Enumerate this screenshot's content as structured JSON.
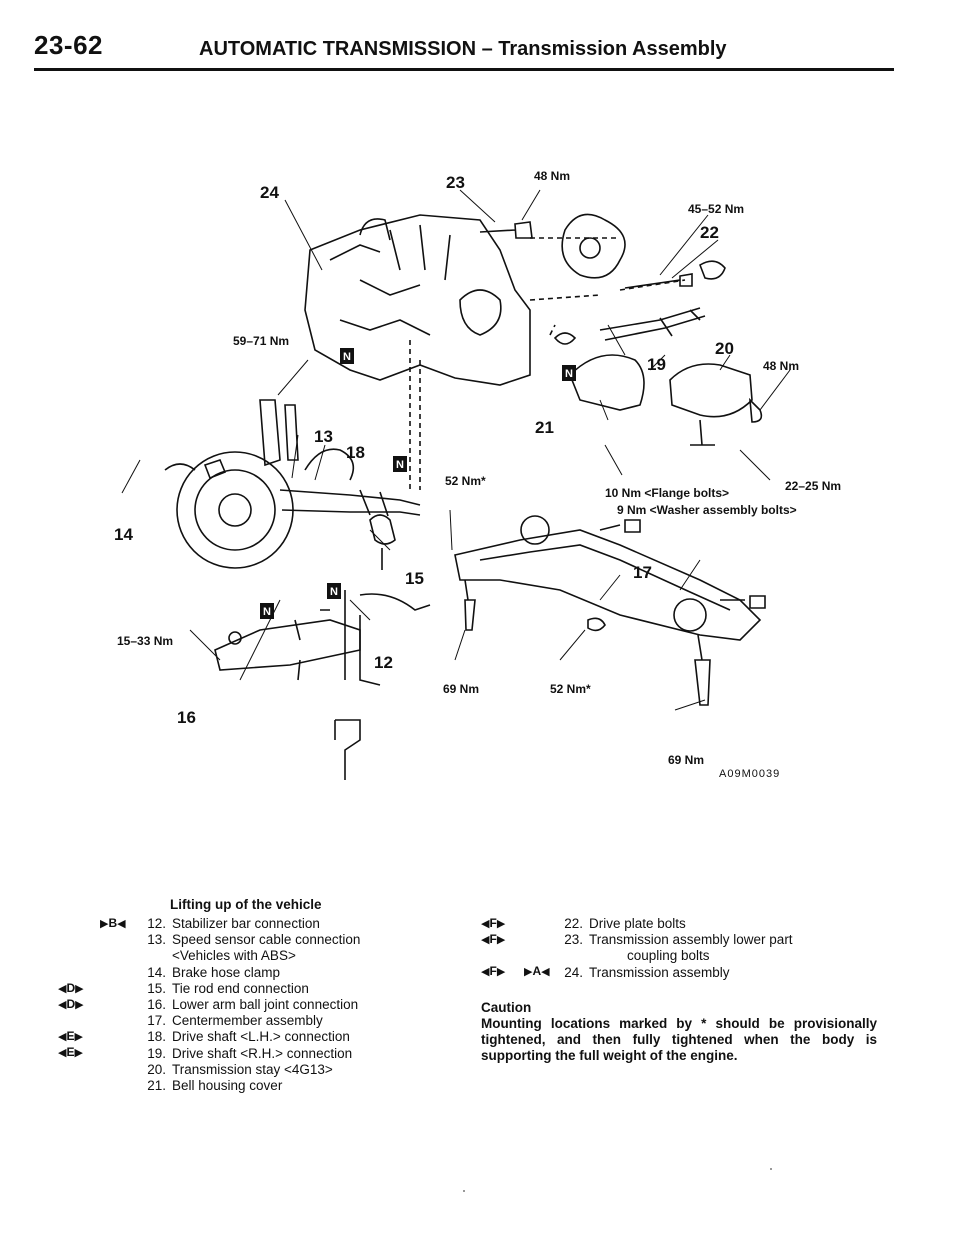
{
  "header": {
    "page_number": "23-62",
    "title": "AUTOMATIC TRANSMISSION – Transmission Assembly"
  },
  "diagram": {
    "callouts": [
      "24",
      "23",
      "22",
      "20",
      "19",
      "21",
      "13",
      "18",
      "14",
      "15",
      "12",
      "16",
      "17"
    ],
    "torques": {
      "t_48_top": "48 Nm",
      "t_45_52": "45–52 Nm",
      "t_59_71": "59–71 Nm",
      "t_48_right": "48 Nm",
      "t_52_star_top": "52 Nm*",
      "t_10_flange": "10 Nm <Flange bolts>",
      "t_22_25": "22–25 Nm",
      "t_9_washer": "9 Nm <Washer assembly bolts>",
      "t_15_33": "15–33 Nm",
      "t_69_left": "69 Nm",
      "t_52_star_bottom": "52 Nm*",
      "t_69_right": "69 Nm"
    },
    "figure_code": "A09M0039",
    "badge_letter": "N"
  },
  "procedure": {
    "title": "Lifting up of the vehicle",
    "left_items": [
      {
        "num": "12.",
        "text": "Stabilizer bar connection"
      },
      {
        "num": "13.",
        "text": "Speed sensor cable connection"
      },
      {
        "num": "",
        "text": "<Vehicles with ABS>"
      },
      {
        "num": "14.",
        "text": "Brake hose clamp"
      },
      {
        "num": "15.",
        "text": "Tie rod end connection"
      },
      {
        "num": "16.",
        "text": "Lower arm ball joint connection"
      },
      {
        "num": "17.",
        "text": "Centermember assembly"
      },
      {
        "num": "18.",
        "text": "Drive shaft <L.H.> connection"
      },
      {
        "num": "19.",
        "text": "Drive shaft <R.H.> connection"
      },
      {
        "num": "20.",
        "text": "Transmission stay <4G13>"
      },
      {
        "num": "21.",
        "text": "Bell housing cover"
      }
    ],
    "right_items": [
      {
        "num": "22.",
        "text": "Drive plate bolts"
      },
      {
        "num": "23.",
        "text": "Transmission assembly lower part"
      },
      {
        "num": "",
        "text": "coupling bolts"
      },
      {
        "num": "24.",
        "text": "Transmission assembly"
      }
    ],
    "markers": {
      "b": "B",
      "d": "D",
      "e": "E",
      "f": "F",
      "a": "A"
    }
  },
  "caution": {
    "title": "Caution",
    "body": "Mounting locations marked by * should be provisionally tightened, and then fully tightened when the body is supporting the full weight of the engine."
  }
}
